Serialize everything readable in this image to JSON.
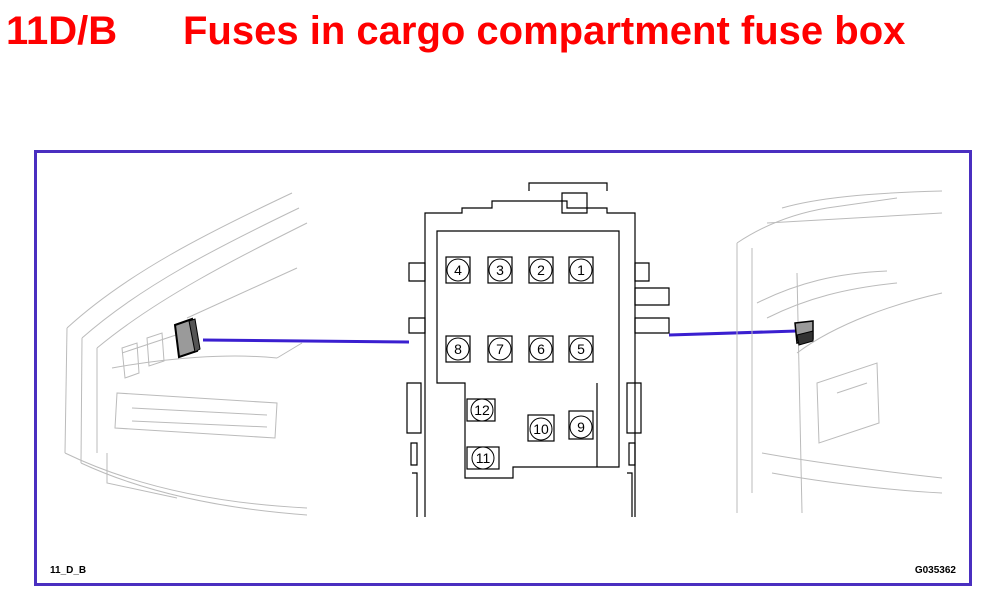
{
  "header": {
    "code": "11D/B",
    "title": "Fuses in cargo compartment fuse box"
  },
  "diagram": {
    "caption_left": "11_D_B",
    "caption_right": "G035362",
    "fuses": [
      "4",
      "3",
      "2",
      "1",
      "8",
      "7",
      "6",
      "5",
      "12",
      "10",
      "9",
      "11"
    ]
  },
  "colors": {
    "title": "#ff0000",
    "frame": "#4a2fc0",
    "pointer_line": "#3a1fd0"
  }
}
